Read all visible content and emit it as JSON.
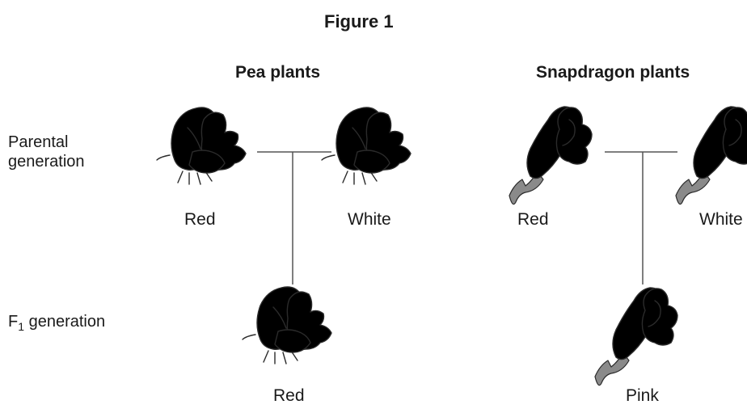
{
  "figure": {
    "title": "Figure 1",
    "panels": [
      {
        "heading": "Pea plants",
        "parent_left": "Red",
        "parent_right": "White",
        "offspring": "Red"
      },
      {
        "heading": "Snapdragon plants",
        "parent_left": "Red",
        "parent_right": "White",
        "offspring": "Pink"
      }
    ],
    "rows": {
      "parental_line1": "Parental",
      "parental_line2": "generation",
      "f1_prefix": "F",
      "f1_subscript": "1",
      "f1_suffix": " generation"
    }
  },
  "colors": {
    "red_flower": "#6e6e6e",
    "white_flower": "#ffffff",
    "pink_flower": "#b9b9b9",
    "outline": "#2b2b2b",
    "line": "#555555"
  },
  "icons": [
    "pea-flower-icon",
    "snapdragon-flower-icon"
  ]
}
